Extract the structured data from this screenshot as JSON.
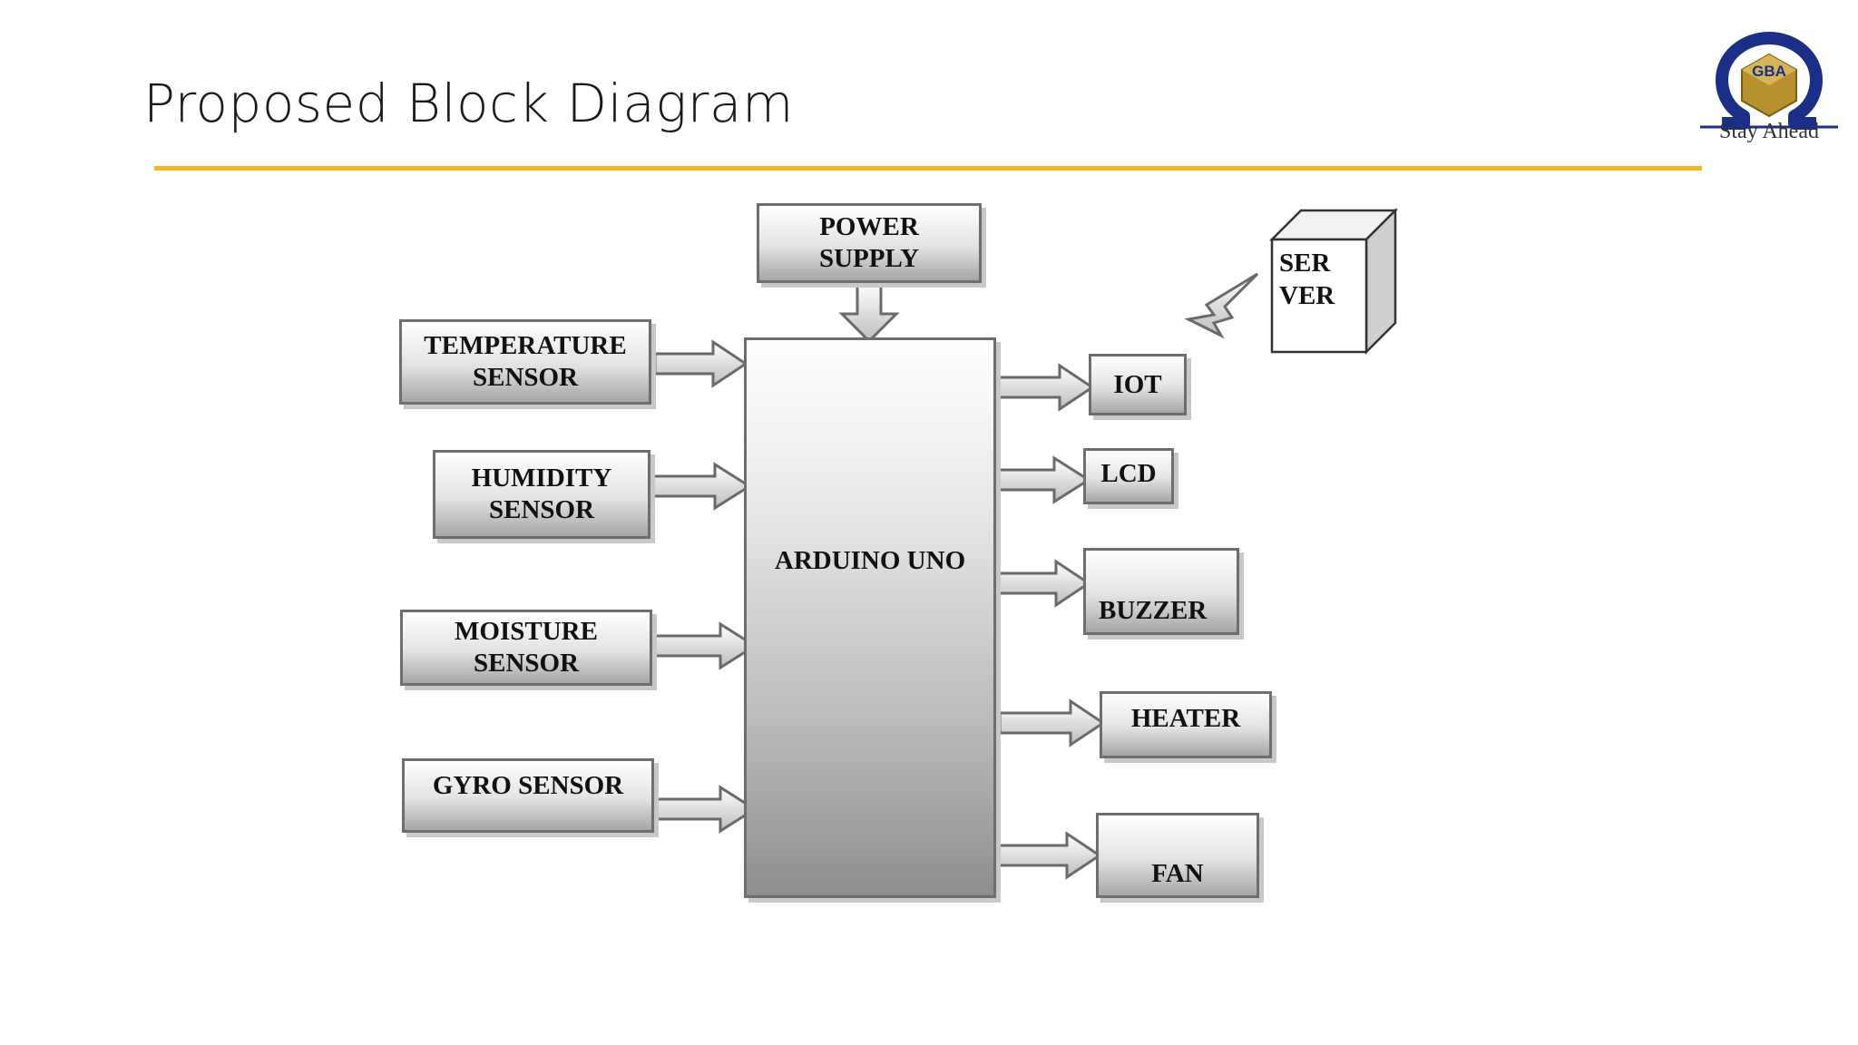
{
  "slide": {
    "title": "Proposed Block Diagram"
  },
  "logo": {
    "tagline": "Stay Ahead",
    "monogram": "GBA",
    "icon": "omega-logo-icon"
  },
  "diagram": {
    "power_supply": "POWER\nSUPPLY",
    "mcu": "ARDUINO UNO",
    "inputs": {
      "temperature": "TEMPERATURE\nSENSOR",
      "humidity": "HUMIDITY\nSENSOR",
      "moisture": "MOISTURE\nSENSOR",
      "gyro": "GYRO  SENSOR"
    },
    "outputs": {
      "iot": "IOT",
      "lcd": "LCD",
      "buzzer": "BUZZER",
      "heater": "HEATER",
      "fan": "FAN"
    },
    "server": "SER\nVER",
    "wireless_icon": "lightning-bolt-icon"
  }
}
